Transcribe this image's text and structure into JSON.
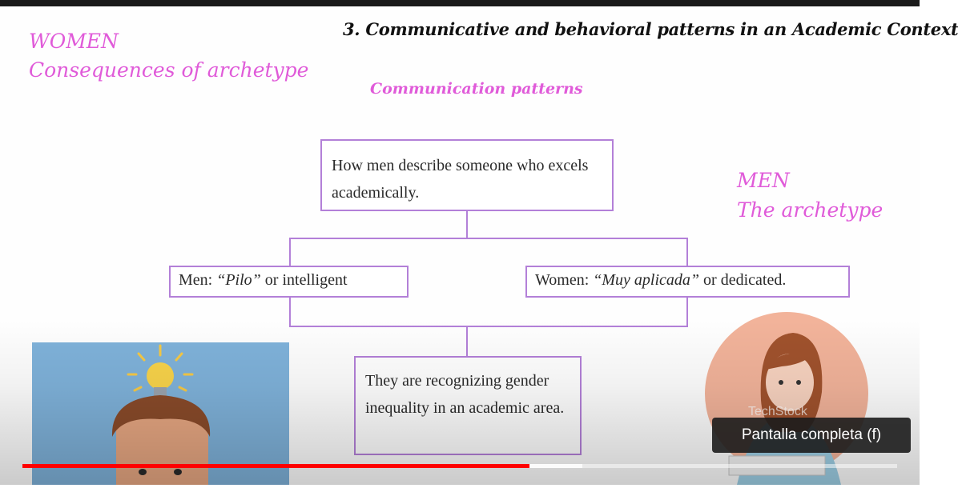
{
  "slide": {
    "title": "3. Communicative and behavioral patterns in an Academic Context",
    "women_heading": {
      "line1": "WOMEN",
      "line2": "Consequences of archetype"
    },
    "men_heading": {
      "line1": "MEN",
      "line2": "The archetype"
    },
    "subtitle": "Communication patterns",
    "boxes": {
      "top": "How men describe someone who excels academically.",
      "left_prefix": "Men: ",
      "left_em": "“Pilo”",
      "left_suffix": " or intelligent",
      "right_prefix": "Women: ",
      "right_em": "“Muy aplicada”",
      "right_suffix": " or dedicated.",
      "bottom": "They are recognizing gender inequality in an academic area."
    },
    "image_right_watermark": "TechStock"
  },
  "player": {
    "tooltip": "Pantalla completa (f)",
    "progress_played_fraction": 0.58,
    "progress_buffered_fraction": 0.64
  },
  "colors": {
    "accent_pink": "#e05bd9",
    "box_border": "#b380d8",
    "progress": "#ff0000"
  }
}
